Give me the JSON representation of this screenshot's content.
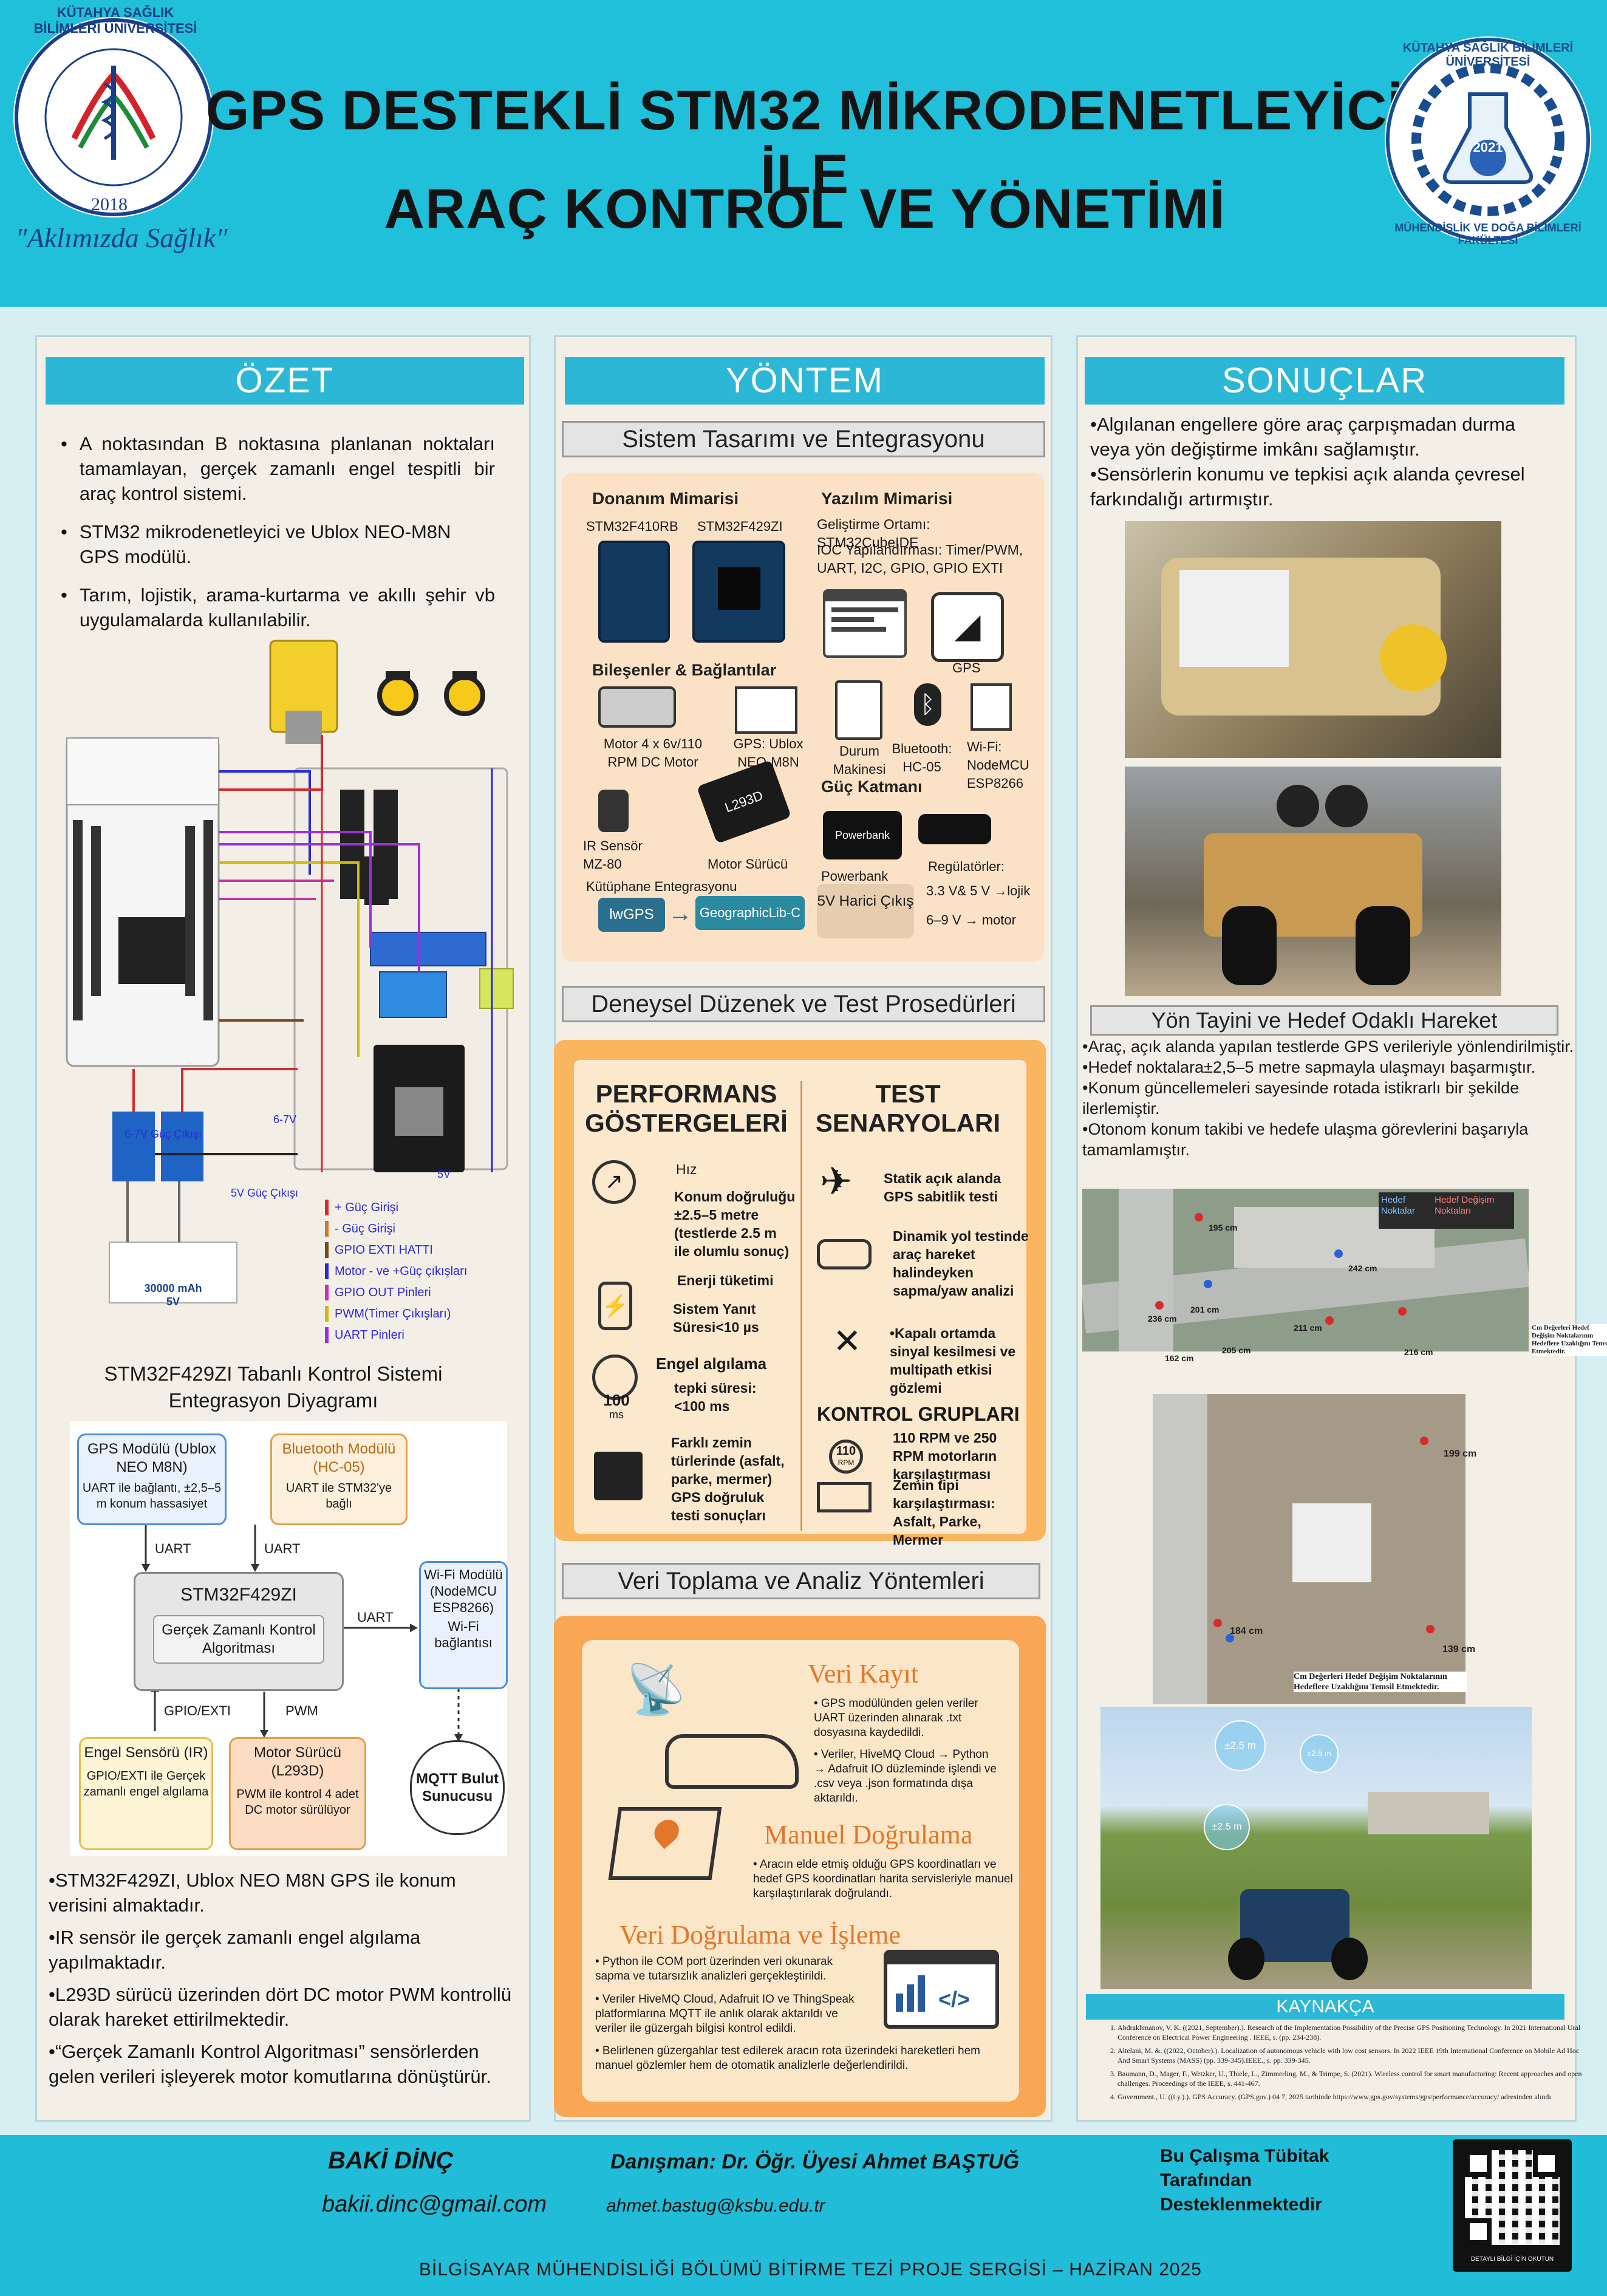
{
  "header": {
    "title_line1": "GPS DESTEKLİ STM32 MİKRODENETLEYİCİ İLE",
    "title_line2": "ARAÇ KONTROL VE YÖNETİMİ",
    "left_logo_ring": "KÜTAHYA SAĞLIK BİLİMLERİ ÜNİVERSİTESİ",
    "left_logo_year": "2018",
    "left_logo_slogan": "\"Aklımızda Sağlık\"",
    "right_logo_ring": "KÜTAHYA SAĞLIK BİLİMLERİ ÜNİVERSİTESİ",
    "right_logo_ring_bottom": "MÜHENDİSLİK VE DOĞA BİLİMLERİ FAKÜLTESİ",
    "right_logo_year": "2021"
  },
  "ozet": {
    "heading": "ÖZET",
    "bullets": [
      "A noktasından B noktasına planlanan noktaları tamamlayan, gerçek zamanlı engel tespitli bir araç kontrol sistemi.",
      "STM32 mikrodenetleyici ve Ublox NEO-M8N GPS modülü.",
      "Tarım, lojistik, arama-kurtarma ve akıllı şehir vb uygulamalarda kullanılabilir."
    ],
    "wiring_legend": [
      {
        "label": "+ Güç Girişi",
        "color": "#d62b2b"
      },
      {
        "label": "- Güç Girişi",
        "color": "#c67c2a"
      },
      {
        "label": "GPIO EXTI HATTI",
        "color": "#7a4a1e"
      },
      {
        "label": "Motor - ve +Güç çıkışları",
        "color": "#2a2ad6"
      },
      {
        "label": "GPIO OUT Pinleri",
        "color": "#cc2fa8"
      },
      {
        "label": "PWM(Timer Çıkışları)",
        "color": "#cdbb10"
      },
      {
        "label": "UART Pinleri",
        "color": "#a02ee0"
      }
    ],
    "wiring_notes": {
      "guc_cikisi_1": "6-7V Güç Çıkışı",
      "guc_cikisi_2": "5V Güç Çıkışı",
      "powerbank": "30000 mAh 5V",
      "v67": "6-7V",
      "v5": "5V"
    },
    "diagram_title": "STM32F429ZI Tabanlı Kontrol Sistemi Entegrasyon Diyagramı",
    "diagram": {
      "gps_title": "GPS Modülü (Ublox NEO M8N)",
      "gps_desc": "UART ile bağlantı, ±2,5–5 m konum hassasiyet",
      "bt_title": "Bluetooth Modülü (HC-05)",
      "bt_desc": "UART ile STM32'ye bağlı",
      "uart1": "UART",
      "uart2": "UART",
      "uart3": "UART",
      "mcu_title": "STM32F429ZI",
      "mcu_inner": "Gerçek Zamanlı Kontrol Algoritması",
      "wifi_title": "Wi-Fi Modülü (NodeMCU ESP8266)",
      "wifi_desc": "Wi-Fi bağlantısı",
      "gpio_label": "GPIO/EXTI",
      "pwm_label": "PWM",
      "ir_title": "Engel Sensörü (IR)",
      "ir_desc": "GPIO/EXTI ile Gerçek zamanlı engel algılama",
      "motor_title": "Motor Sürücü (L293D)",
      "motor_desc": "PWM ile kontrol 4 adet DC motor sürülüyor",
      "mqtt": "MQTT Bulut Sunucusu"
    },
    "bottom_bullets": [
      "•STM32F429ZI, Ublox NEO M8N GPS ile konum verisini almaktadır.",
      "•IR sensör ile gerçek zamanlı engel algılama yapılmaktadır.",
      "•L293D sürücü üzerinden dört DC motor PWM kontrollü olarak hareket ettirilmektedir.",
      "•“Gerçek Zamanlı Kontrol Algoritması” sensörlerden gelen verileri işleyerek motor komutlarına dönüştürür."
    ]
  },
  "yontem": {
    "heading": "YÖNTEM",
    "sistem_heading": "Sistem Tasarımı ve Entegrasyonu",
    "donanim_title": "Donanım Mimarisi",
    "board1": "STM32F410RB",
    "board2": "STM32F429ZI",
    "yazilim_title": "Yazılım Mimarisi",
    "gelistirme": "Geliştirme Ortamı: STM32CubeIDE",
    "ioc": "IOC Yapılandırması: Timer/PWM, UART, I2C, GPIO, GPIO EXTI",
    "bilesenler_title": "Bileşenler & Bağlantılar",
    "gps_label": "GPS",
    "motor_label": "Motor 4 x 6v/110 RPM DC Motor",
    "gps_ublox": "GPS: Ublox NEO-M8N",
    "durum": "Durum Makinesi",
    "bluetooth": "Bluetooth: HC-05",
    "wifi": "Wi-Fi: NodeMCU ESP8266",
    "ir": "IR Sensör MZ-80",
    "motor_surucu": "Motor Sürücü",
    "l293d_chip": "L293D",
    "guc_title": "Güç Katmanı",
    "powerbank_chip": "Powerbank",
    "powerbank": "Powerbank",
    "harici": "5V Harici Çıkış",
    "regulatorler": "Regülatörler:",
    "reg1": "3.3 V& 5 V →lojik",
    "reg2": "6–9 V → motor",
    "kutuphane": "Kütüphane Entegrasyonu",
    "lib1": "lwGPS",
    "lib2": "GeographicLib-C",
    "deney_heading": "Deneysel Düzenek ve Test Prosedürleri",
    "perf_title": "PERFORMANS GÖSTERGELERİ",
    "test_title": "TEST SENARYOLARI",
    "perf": {
      "hiz": "Hız",
      "konum": "Konum doğruluğu ±2.5–5 metre (testlerde 2.5 m ile olumlu sonuç)",
      "enerji": "Enerji tüketimi",
      "yanit": "Sistem Yanıt Süresi<10 µs",
      "engel_title": "Engel algılama",
      "tepki": "tepki süresi: <100 ms",
      "gauge_num": "100",
      "gauge_unit": "ms",
      "zemin": "Farklı zemin türlerinde (asfalt, parke, mermer) GPS doğruluk testi sonuçları"
    },
    "test": {
      "statik": "Statik açık alanda GPS sabitlik testi",
      "dinamik": "Dinamik yol testinde araç hareket halindeyken sapma/yaw analizi",
      "kapali": "•Kapalı ortamda sinyal kesilmesi ve multipath etkisi gözlemi",
      "kontrol_title": "KONTROL GRUPLARI",
      "rpm_num": "110",
      "rpm_unit": "RPM",
      "rpm": "110 RPM ve 250 RPM motorların karşılaştırması",
      "zemin_tipi": "Zemin tipi karşılaştırması: Asfalt, Parke, Mermer"
    },
    "veri_heading": "Veri Toplama ve Analiz Yöntemleri",
    "veri_kayit_title": "Veri Kayıt",
    "veri_kayit_1": "• GPS modülünden gelen veriler UART üzerinden alınarak .txt dosyasına kaydedildi.",
    "veri_kayit_2": "• Veriler, HiveMQ Cloud → Python → Adafruit IO düzleminde işlendi ve .csv veya .json formatında dışa aktarıldı.",
    "manuel_title": "Manuel Doğrulama",
    "manuel_1": "• Aracın elde etmiş olduğu GPS koordinatları ve hedef GPS koordinatları harita servisleriyle manuel karşılaştırılarak doğrulandı.",
    "isleme_title": "Veri Doğrulama ve İşleme",
    "isleme_1": "• Python ile COM port üzerinden veri okunarak sapma ve tutarsızlık analizleri gerçekleştirildi.",
    "isleme_2": "• Veriler HiveMQ Cloud, Adafruit IO ve ThingSpeak platformlarına MQTT ile anlık olarak aktarıldı ve veriler ile güzergah bilgisi kontrol edildi.",
    "isleme_3": "• Belirlenen güzergahlar test edilerek aracın rota üzerindeki hareketleri hem manuel gözlemler hem de otomatik analizlerle değerlendirildi."
  },
  "sonuclar": {
    "heading": "SONUÇLAR",
    "bullets": [
      "•Algılanan engellere göre araç çarpışmadan durma veya yön değiştirme imkânı sağlamıştır.",
      "•Sensörlerin konumu ve tepkisi açık alanda çevresel farkındalığı artırmıştır."
    ],
    "yon_heading": "Yön Tayini ve Hedef Odaklı Hareket",
    "yon_bullets": [
      "•Araç, açık alanda yapılan testlerde GPS verileriyle yönlendirilmiştir.",
      "•Hedef noktalara±2,5–5 metre sapmayla ulaşmayı başarmıştır.",
      "•Konum güncellemeleri sayesinde rotada istikrarlı bir şekilde ilerlemiştir.",
      "•Otonom konum takibi ve hedefe ulaşma görevlerini başarıyla tamamlamıştır."
    ],
    "map1_legend1": "Hedef Noktalar",
    "map1_legend2": "Hedef Değişim Noktaları",
    "map1_caption": "Cm Değerleri Hedef Değişim Noktalarının Hedeflere Uzaklığını Temsil Etmektedir.",
    "map1_labels": [
      "195 cm",
      "242 cm",
      "236 cm",
      "201 cm",
      "211 cm",
      "162 cm",
      "205 cm",
      "216 cm"
    ],
    "map2_labels": [
      "199 cm",
      "184 cm",
      "139 cm"
    ],
    "map2_caption": "Cm Değerleri Hedef Değişim Noktalarının Hedeflere Uzaklığını Temsil Etmektedir.",
    "field_bubbles": [
      "±2.5 m",
      "±2.5 m",
      "±2.5 m"
    ],
    "kaynakca_heading": "KAYNAKÇA",
    "refs": [
      "Abdrakhmanov, V. K. ((2021, September).). Research of the Implementation Possibility of the Precise GPS Positioning Technology. In 2021 International Ural Conference on Electrical Power Engineering . IEEE, s. (pp. 234-238).",
      "Altelani, M. &. ((2022, October).). Localization of autonomous vehicle with low cost sensors. In 2022 IEEE 19th International Conference on Mobile Ad Hoc And Smart Systems (MASS) (pp. 339-345).IEEE., s. pp. 339-345.",
      "Baumann, D., Mager, F., Wetzker, U., Thiele, L., Zimmerling, M., & Trimpe, S. (2021). Wireless control for smart manufacturing: Recent approaches and open challenges. Proceedings of the IEEE, s. 441-467.",
      "Government., U. ((t.y.).). GPS Accuracy. (GPS.gov.) 04 7, 2025 tarihinde https://www.gps.gov/systems/gps/performance/accuracy/ adresinden alındı."
    ]
  },
  "footer": {
    "student_name": "BAKİ DİNÇ",
    "student_email": "bakii.dinc@gmail.com",
    "advisor": "Danışman: Dr. Öğr. Üyesi Ahmet BAŞTUĞ",
    "advisor_email": "ahmet.bastug@ksbu.edu.tr",
    "tubitak": "Bu Çalışma Tübitak Tarafından Desteklenmektedir",
    "qr_caption": "DETAYLI BİLGİ İÇİN OKUTUN",
    "exhibition": "BİLGİSAYAR MÜHENDİSLİĞİ BÖLÜMÜ BİTİRME TEZİ PROJE SERGİSİ – HAZİRAN 2025"
  }
}
